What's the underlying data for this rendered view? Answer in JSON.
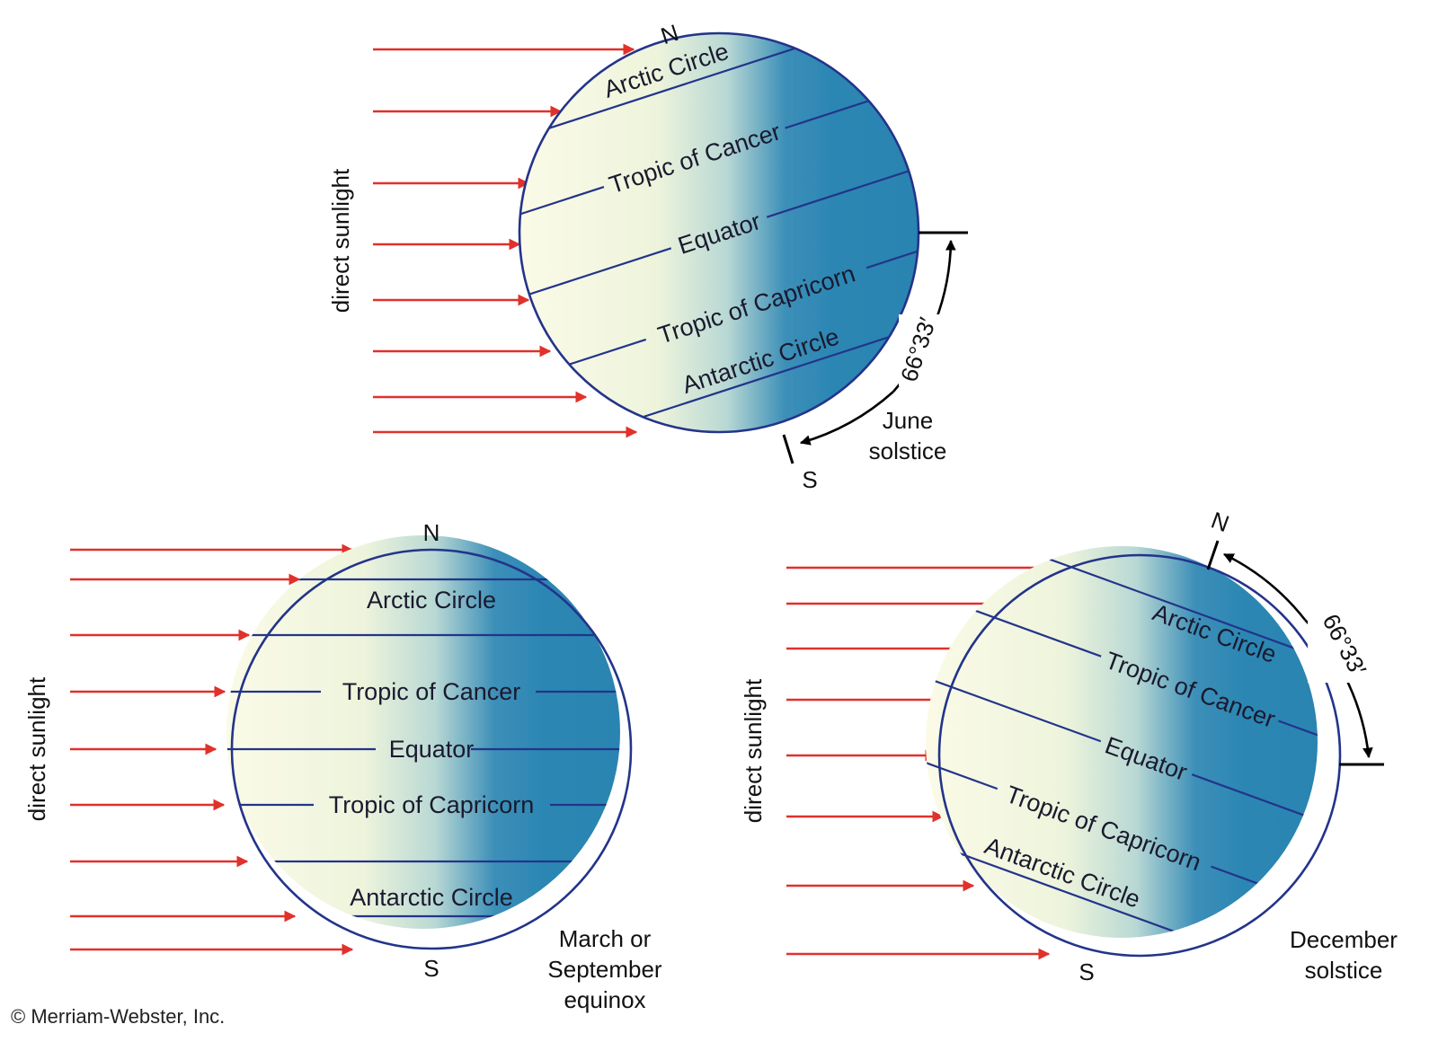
{
  "colors": {
    "sunlight_ray": "#e0312b",
    "latitude_line": "#23348a",
    "day_side": "#fbfbe8",
    "night_side": "#2b86b3"
  },
  "side_label": "direct sunlight",
  "latitudes": {
    "arctic": "Arctic Circle",
    "cancer": "Tropic of Cancer",
    "equator": "Equator",
    "capricorn": "Tropic of Capricorn",
    "antarctic": "Antarctic Circle"
  },
  "poles": {
    "north": "N",
    "south": "S"
  },
  "angle_label": "66°33′",
  "diagrams": {
    "june": {
      "caption_lines": [
        "June",
        "solstice"
      ]
    },
    "equinox": {
      "caption_lines": [
        "March or",
        "September",
        "equinox"
      ]
    },
    "december": {
      "caption_lines": [
        "December",
        "solstice"
      ]
    }
  },
  "credit": "© Merriam-Webster, Inc."
}
